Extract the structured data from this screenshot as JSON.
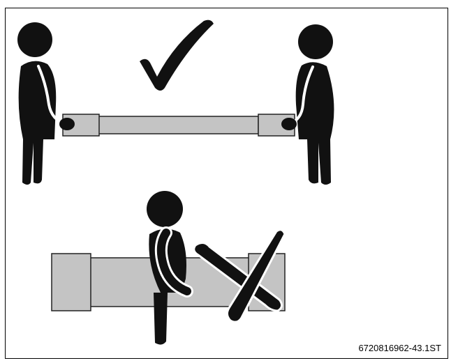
{
  "figure": {
    "reference_code": "6720816962-43.1ST",
    "colors": {
      "figure": "#111111",
      "pipe_fill": "#c4c4c4",
      "outline": "#222222",
      "background": "#ffffff"
    },
    "panels": [
      {
        "name": "correct",
        "symbol": "check-mark-icon"
      },
      {
        "name": "incorrect",
        "symbol": "cross-mark-icon"
      }
    ]
  }
}
